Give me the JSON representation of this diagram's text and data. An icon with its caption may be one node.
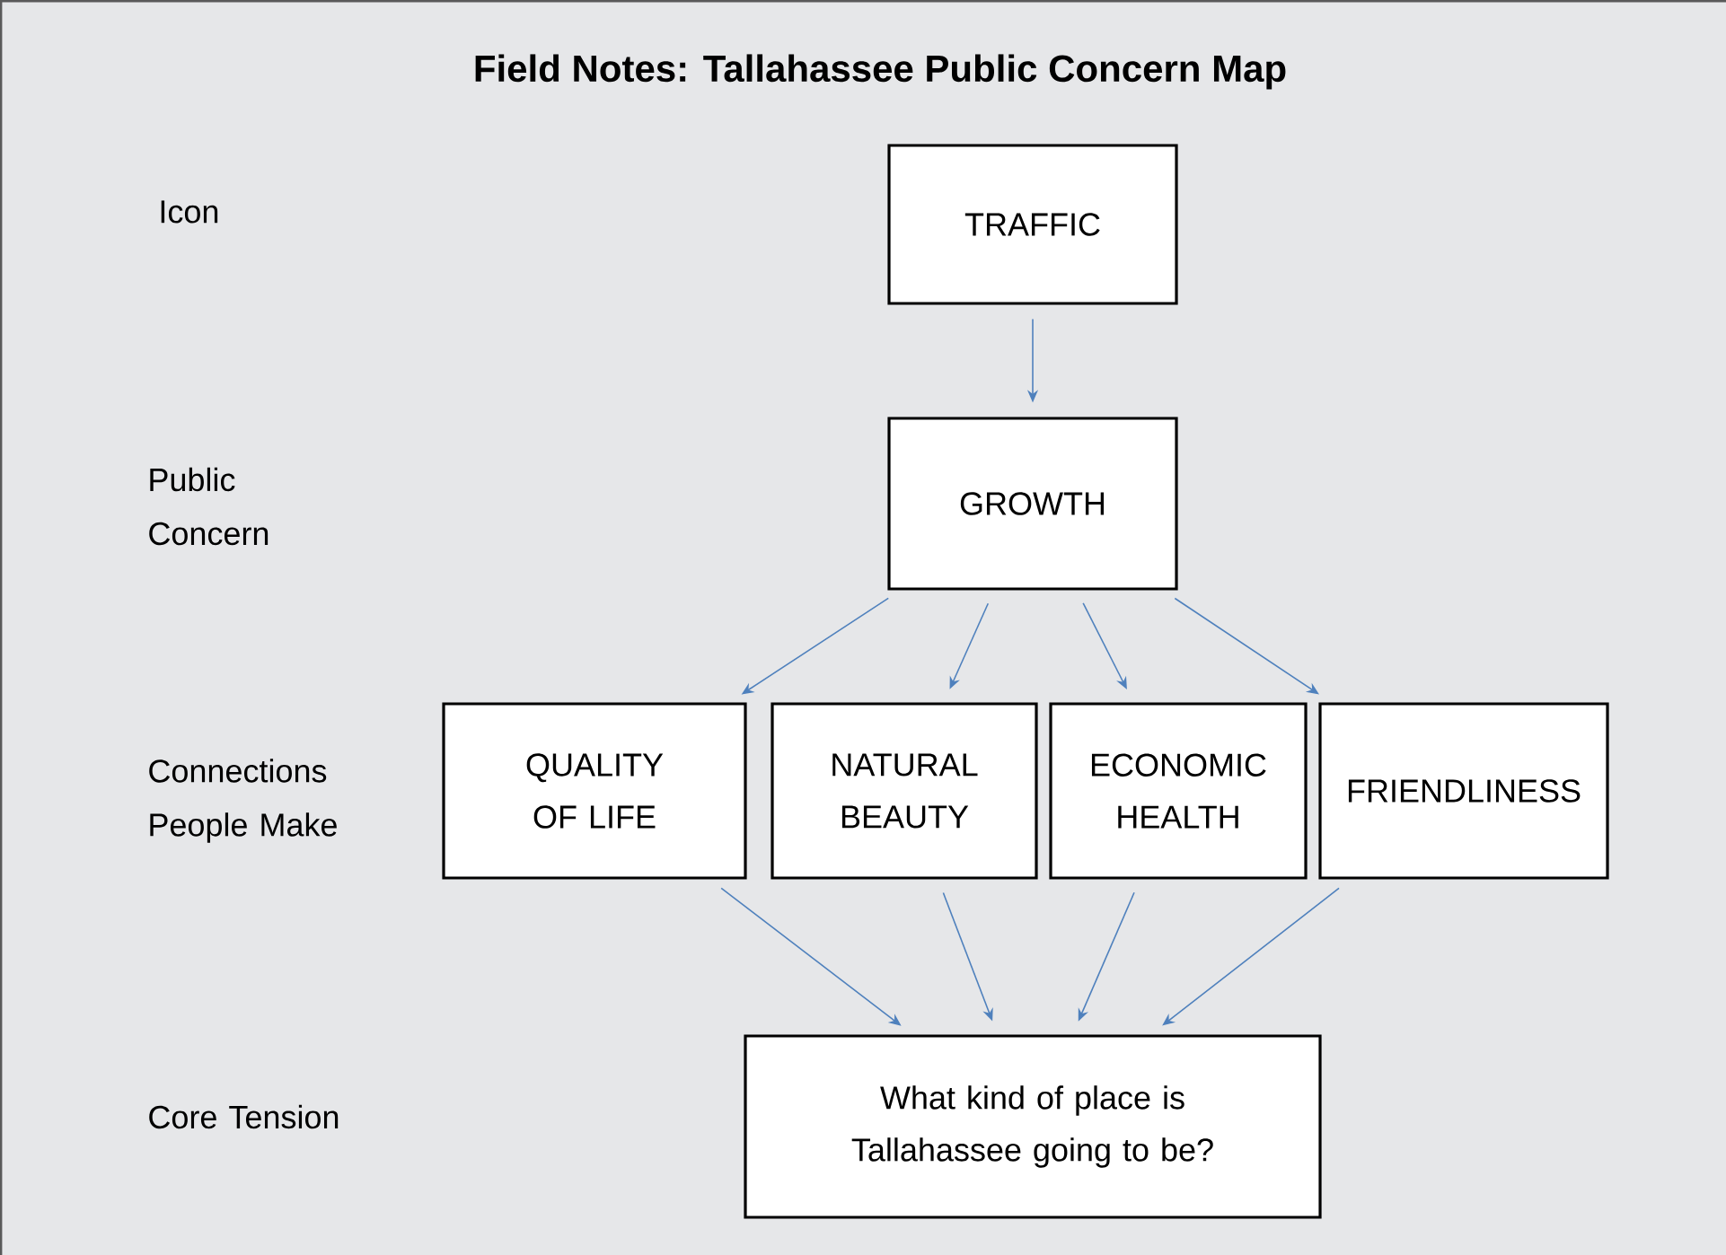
{
  "diagram": {
    "title": "Field Notes: Tallahassee Public Concern Map",
    "nodes": [
      {
        "text": [
          "TRAFFIC"
        ]
      },
      {
        "text": [
          "GROWTH"
        ]
      },
      {
        "text": [
          "QUALITY OF LIFE"
        ]
      },
      {
        "text": [
          "NATURAL BEAUTY"
        ]
      },
      {
        "text": [
          "ECONOMIC HEALTH"
        ]
      },
      {
        "text": [
          "FRIENDLINESS"
        ]
      },
      {
        "text": [
          "What kind of place is Tallahassee going to be?"
        ]
      }
    ],
    "edges": [
      {
        "from": 0,
        "to": 1,
        "arrow": "to"
      },
      {
        "from": 1,
        "to": 2,
        "arrow": "to"
      },
      {
        "from": 1,
        "to": 3,
        "arrow": "to"
      },
      {
        "from": 1,
        "to": 4,
        "arrow": "to"
      },
      {
        "from": 1,
        "to": 5,
        "arrow": "to"
      },
      {
        "from": 2,
        "to": 6,
        "arrow": "to"
      },
      {
        "from": 3,
        "to": 6,
        "arrow": "to"
      },
      {
        "from": 4,
        "to": 6,
        "arrow": "to"
      },
      {
        "from": 5,
        "to": 6,
        "arrow": "to"
      }
    ],
    "labels": [
      "Icon",
      "Public Concern",
      "Connections People Make",
      "Core Tension"
    ]
  }
}
